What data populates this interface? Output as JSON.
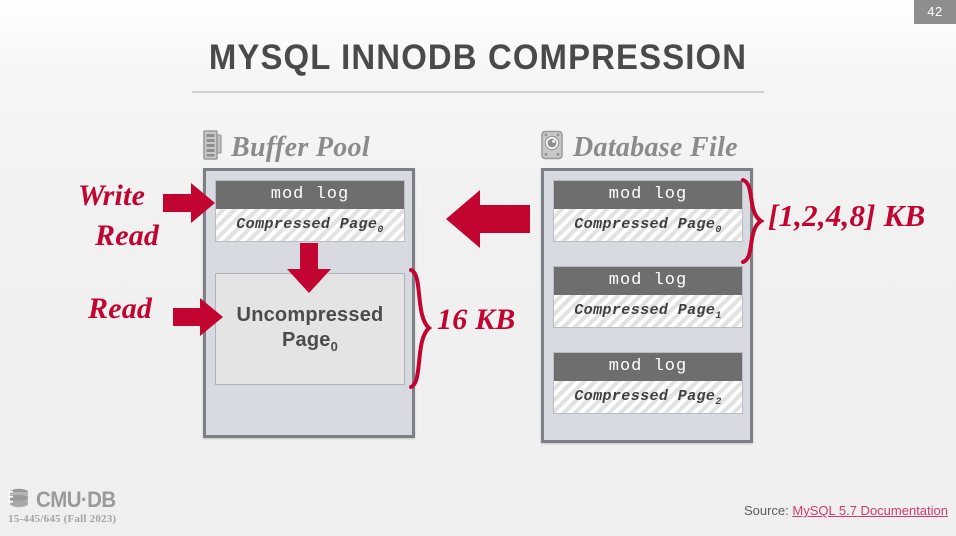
{
  "slide": {
    "page_number": "42",
    "title": "MYSQL INNODB COMPRESSION",
    "accent_color": "#c20430",
    "panel_fill": "#d7dbe1",
    "modlog_fill": "#6e6e6e",
    "heading_color": "#8b8b8b"
  },
  "buffer_pool": {
    "heading": "Buffer Pool",
    "icon": "memory-chip-icon",
    "compressed_block": {
      "mod_log": "mod log",
      "page_label": "Compressed Page",
      "page_index": "0"
    },
    "uncompressed_block": {
      "line1": "Uncompressed",
      "line2": "Page",
      "page_index": "0"
    },
    "size_label": "16 KB"
  },
  "database_file": {
    "heading": "Database File",
    "icon": "hard-drive-icon",
    "blocks": [
      {
        "mod_log": "mod log",
        "page_label": "Compressed Page",
        "page_index": "0"
      },
      {
        "mod_log": "mod log",
        "page_label": "Compressed Page",
        "page_index": "1"
      },
      {
        "mod_log": "mod log",
        "page_label": "Compressed Page",
        "page_index": "2"
      }
    ],
    "size_label": "[1,2,4,8] KB"
  },
  "annotations": {
    "write": "Write",
    "read_top": "Read",
    "read_bottom": "Read"
  },
  "footer": {
    "logo_text": "CMU·DB",
    "course": "15-445/645 (Fall 2023)",
    "source_prefix": "Source:",
    "source_link": "MySQL 5.7 Documentation"
  }
}
